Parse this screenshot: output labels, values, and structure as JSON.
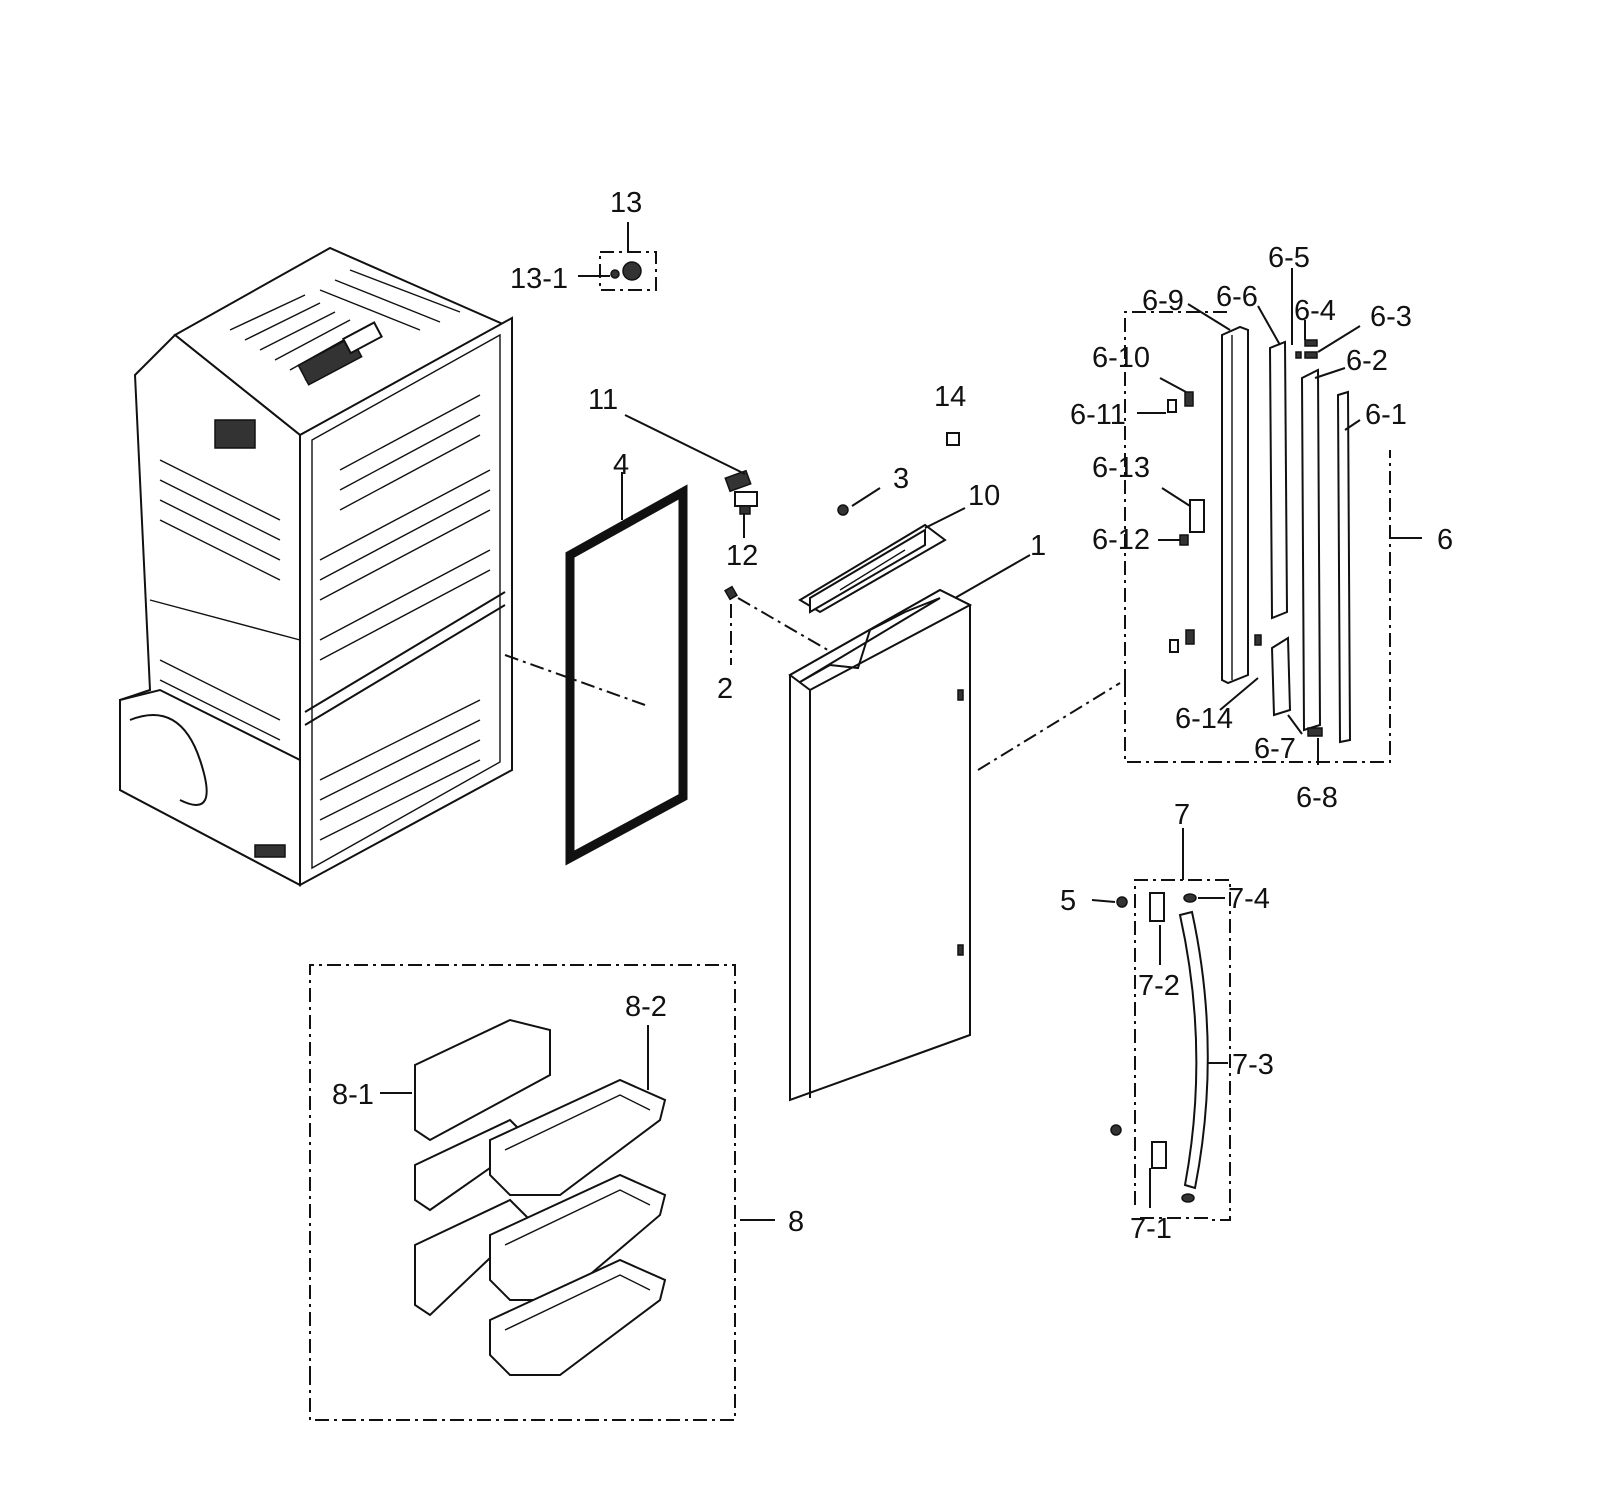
{
  "diagram": {
    "callouts": {
      "p1": "1",
      "p2": "2",
      "p3": "3",
      "p4": "4",
      "p5": "5",
      "p6": "6",
      "p6_1": "6-1",
      "p6_2": "6-2",
      "p6_3": "6-3",
      "p6_4": "6-4",
      "p6_5": "6-5",
      "p6_6": "6-6",
      "p6_7": "6-7",
      "p6_8": "6-8",
      "p6_9": "6-9",
      "p6_10": "6-10",
      "p6_11": "6-11",
      "p6_12": "6-12",
      "p6_13": "6-13",
      "p6_14": "6-14",
      "p7": "7",
      "p7_1": "7-1",
      "p7_2": "7-2",
      "p7_3": "7-3",
      "p7_4": "7-4",
      "p8": "8",
      "p8_1": "8-1",
      "p8_2": "8-2",
      "p10": "10",
      "p11": "11",
      "p12": "12",
      "p13": "13",
      "p13_1": "13-1",
      "p14": "14"
    }
  }
}
